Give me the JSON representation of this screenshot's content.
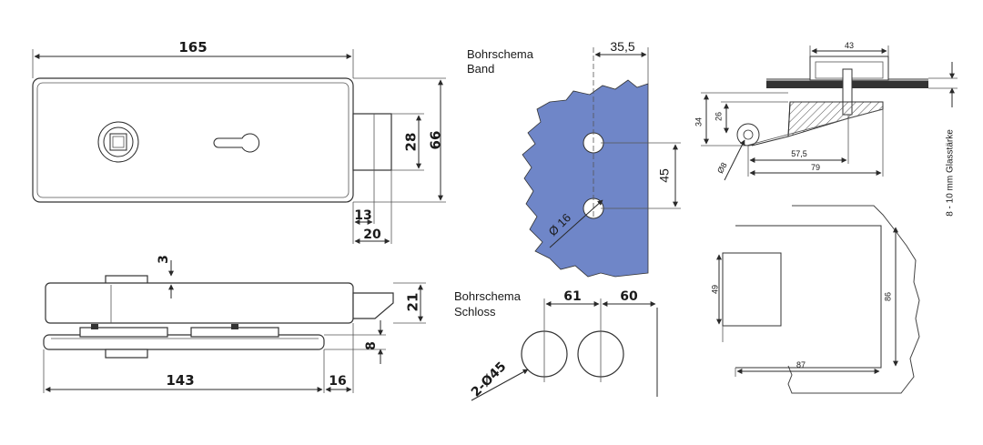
{
  "colors": {
    "background": "#ffffff",
    "line": "#2a2a2a",
    "glass": "#6f86c8",
    "glass_dark": "#333333"
  },
  "lock_front": {
    "dim_width": "165",
    "dim_height": "66",
    "dim_bolt_height": "28",
    "dim_13": "13",
    "dim_20": "20"
  },
  "lock_side": {
    "dim_3": "3",
    "dim_21": "21",
    "dim_8": "8",
    "dim_143": "143",
    "dim_16": "16"
  },
  "hinge_scheme": {
    "title_line1": "Bohrschema",
    "title_line2": "Band",
    "dim_35_5": "35,5",
    "dim_45": "45",
    "dim_16_dia": "Ø 16"
  },
  "lock_scheme": {
    "title_line1": "Bohrschema",
    "title_line2": "Schloss",
    "dim_61": "61",
    "dim_60": "60",
    "dim_2x45": "2-Ø45"
  },
  "hinge_detail": {
    "dim_43": "43",
    "dim_34": "34",
    "dim_26": "26",
    "dim_57_5": "57,5",
    "dim_79": "79",
    "dim_d8": "Ø8",
    "glass_thickness": "8 - 10 mm Glasstärke"
  },
  "frame_detail": {
    "dim_49": "49",
    "dim_86": "86",
    "dim_87": "87"
  }
}
